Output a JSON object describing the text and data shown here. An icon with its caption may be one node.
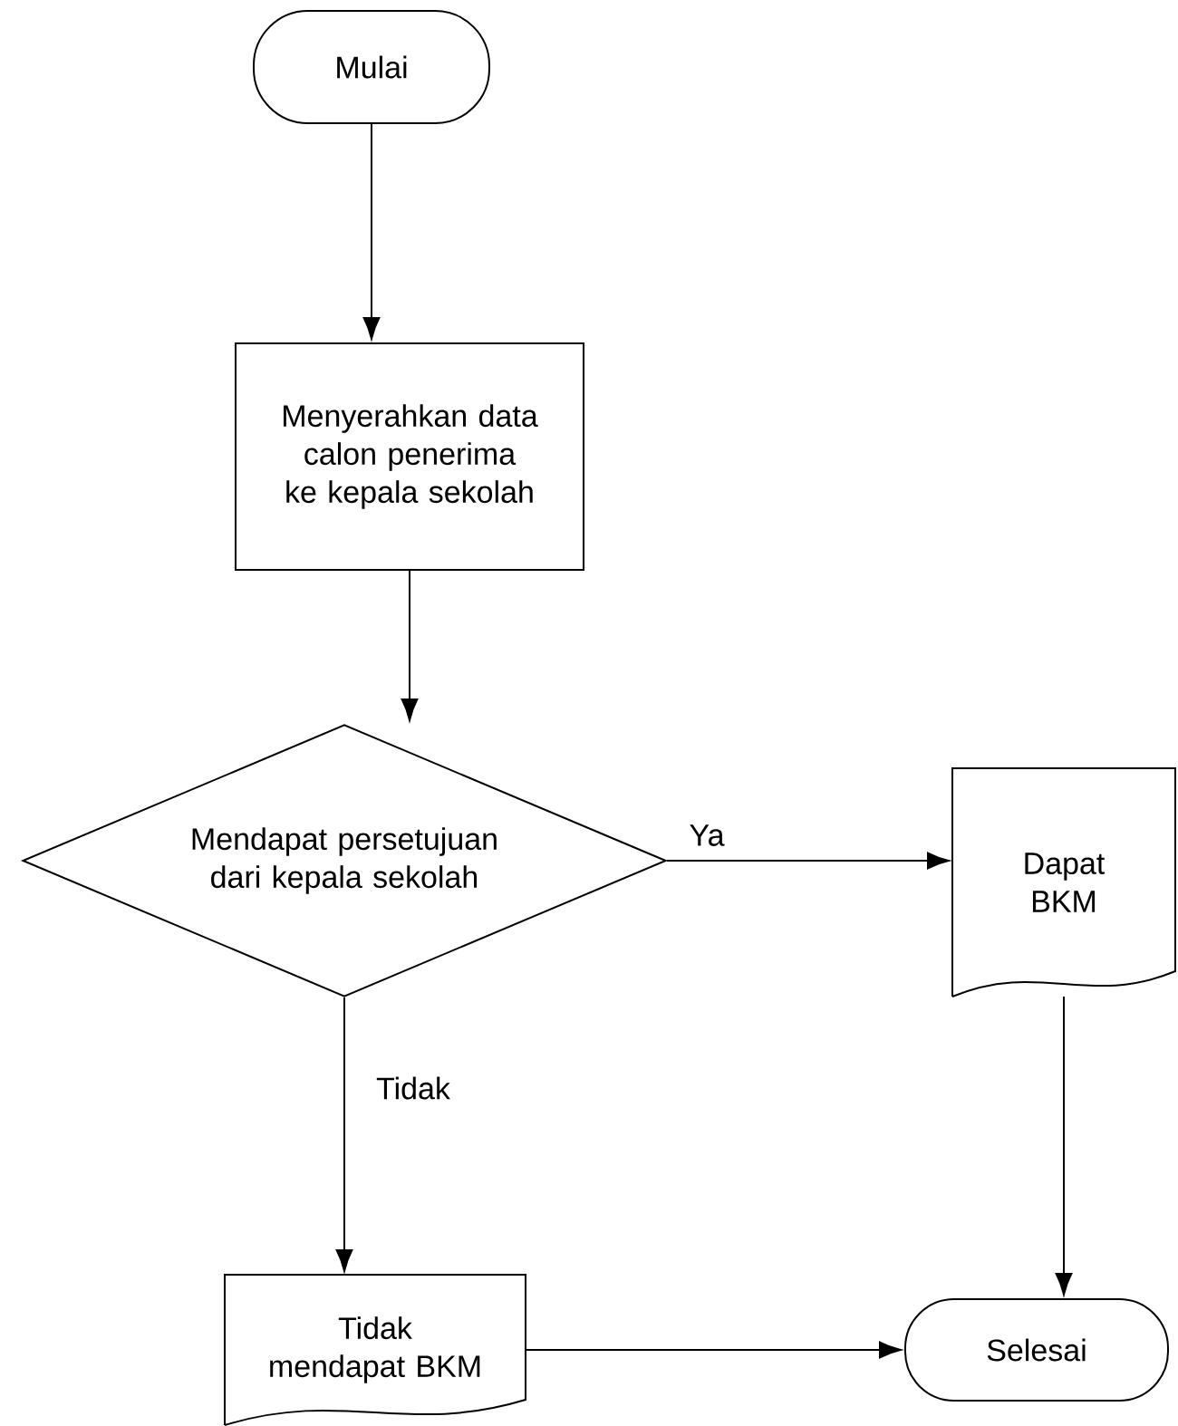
{
  "diagram": {
    "nodes": [
      {
        "text": [
          "Mulai"
        ]
      },
      {
        "text": [
          "Menyerahkan data calon penerima ke kepala sekolah"
        ]
      },
      {
        "text": [
          "Mendapat persetujuan dari kepala sekolah"
        ]
      },
      {
        "text": [
          "Dapat BKM"
        ]
      },
      {
        "text": [
          "Tidak mendapat BKM"
        ]
      },
      {
        "text": [
          "Selesai"
        ]
      }
    ],
    "edges": [
      {
        "from": 0,
        "to": 1,
        "arrow": "to"
      },
      {
        "from": 1,
        "to": 2,
        "arrow": "to"
      },
      {
        "from": 2,
        "to": 3,
        "arrow": "to",
        "label": "Ya"
      },
      {
        "from": 2,
        "to": 4,
        "arrow": "to",
        "label": "Tidak"
      },
      {
        "from": 3,
        "to": 5,
        "arrow": "to"
      },
      {
        "from": 4,
        "to": 5,
        "arrow": "to"
      }
    ]
  }
}
